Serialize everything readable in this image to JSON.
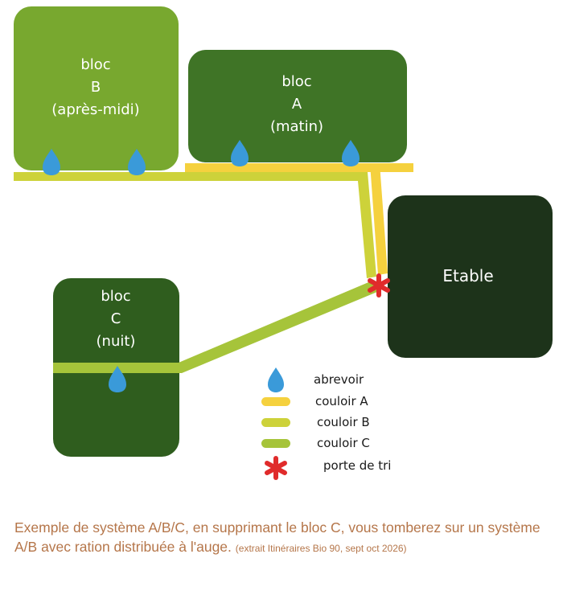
{
  "blocks": {
    "b": {
      "line1": "bloc",
      "line2": "B",
      "line3": "(après-midi)"
    },
    "a": {
      "line1": "bloc",
      "line2": "A",
      "line3": "(matin)"
    },
    "c": {
      "line1": "bloc",
      "line2": "C",
      "line3": "(nuit)"
    },
    "etable": "Etable"
  },
  "legend": {
    "abrevoir": "abrevoir",
    "couloir_a": "couloir A",
    "couloir_b": "couloir B",
    "couloir_c": "couloir C",
    "porte_de_tri": "porte de tri"
  },
  "colors": {
    "bloc_b": "#78a82f",
    "bloc_a": "#3f7426",
    "bloc_c": "#2f5d1e",
    "etable": "#1d331a",
    "couloir_a": "#f5d13e",
    "couloir_b": "#cdd23a",
    "couloir_c": "#a6c43a",
    "abrevoir": "#3a9ad9",
    "porte_de_tri": "#e02b2b",
    "caption": "#b5764a"
  },
  "caption": {
    "main": "Exemple de système A/B/C, en supprimant le bloc C, vous tomberez sur un système A/B avec ration distribuée à l'auge.",
    "source": "(extrait Itinéraires Bio 90, sept oct 2026)"
  }
}
